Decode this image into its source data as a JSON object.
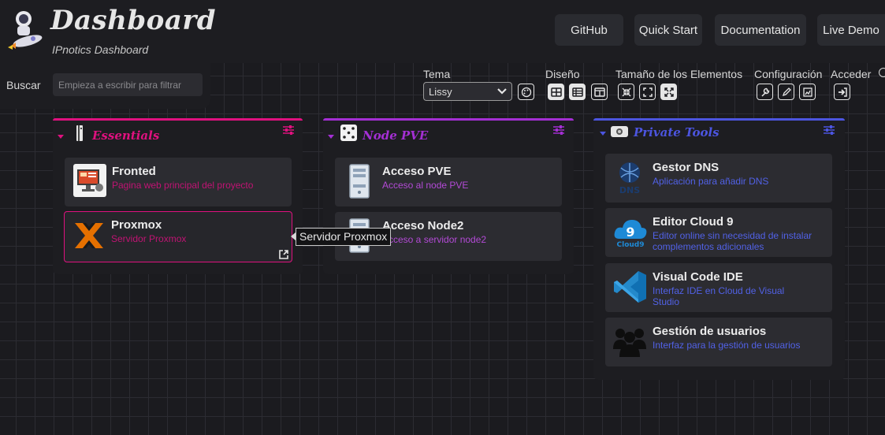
{
  "header": {
    "title": "Dashboard",
    "subtitle": "IPnotics Dashboard",
    "nav": [
      "GitHub",
      "Quick Start",
      "Documentation",
      "Live Demo"
    ]
  },
  "search": {
    "label": "Buscar",
    "placeholder": "Empieza a escribir para filtrar"
  },
  "options": {
    "theme_label": "Tema",
    "theme_value": "Lissy",
    "layout_label": "Diseño",
    "size_label": "Tamaño de los Elementos",
    "config_label": "Configuración",
    "login_label": "Acceder"
  },
  "colors": {
    "essentials": "#e0117f",
    "node_pve": "#a42fd4",
    "private_tools": "#4c55e0",
    "item_desc_essentials": "#c01373",
    "item_desc_node": "#b34ad6",
    "item_desc_private": "#5161e6"
  },
  "sections": [
    {
      "title": "Essentials",
      "icon": "server-tower-icon",
      "items": [
        {
          "title": "Fronted",
          "description": "Pagina web principal del proyecto",
          "icon": "web-monitor-icon"
        },
        {
          "title": "Proxmox",
          "description": "Servidor Proxmox",
          "icon": "proxmox-icon"
        }
      ]
    },
    {
      "title": "Node PVE",
      "icon": "dice-icon",
      "items": [
        {
          "title": "Acceso PVE",
          "description": "Acceso al node PVE",
          "icon": "server-icon"
        },
        {
          "title": "Acceso Node2",
          "description": "Acceso a servidor node2",
          "icon": "server-icon"
        }
      ]
    },
    {
      "title": "Private Tools",
      "icon": "router-icon",
      "items": [
        {
          "title": "Gestor DNS",
          "description": "Aplicación para añadir DNS",
          "icon": "dns-icon"
        },
        {
          "title": "Editor Cloud 9",
          "description": "Editor online sin necesidad de instalar complementos adicionales",
          "icon": "cloud9-icon"
        },
        {
          "title": "Visual Code IDE",
          "description": "Interfaz IDE en Cloud de Visual Studio",
          "icon": "vscode-icon"
        },
        {
          "title": "Gestión de usuarios",
          "description": "Interfaz para la gestión de usuarios",
          "icon": "users-icon"
        }
      ]
    }
  ],
  "tooltip": "Servidor Proxmox"
}
